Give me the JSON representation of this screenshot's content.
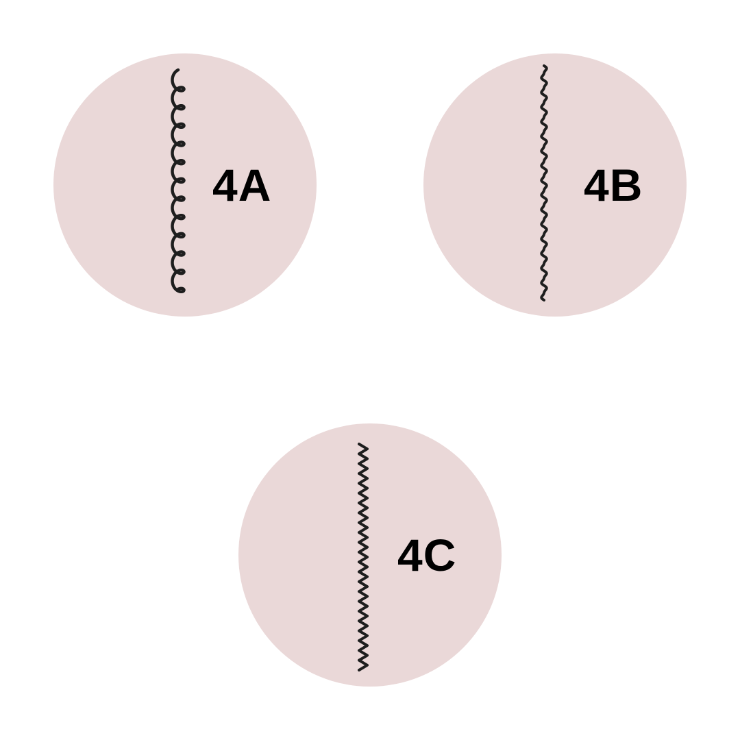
{
  "badges": [
    {
      "id": "4a",
      "label": "4A",
      "pattern": "coily-loop-icon"
    },
    {
      "id": "4b",
      "label": "4B",
      "pattern": "s-wave-icon"
    },
    {
      "id": "4c",
      "label": "4C",
      "pattern": "zigzag-icon"
    }
  ],
  "colors": {
    "page_background": "#ffffff",
    "circle_fill": "#ead8d8",
    "strand_stroke": "#1e1e1e",
    "label_text": "#000000"
  }
}
